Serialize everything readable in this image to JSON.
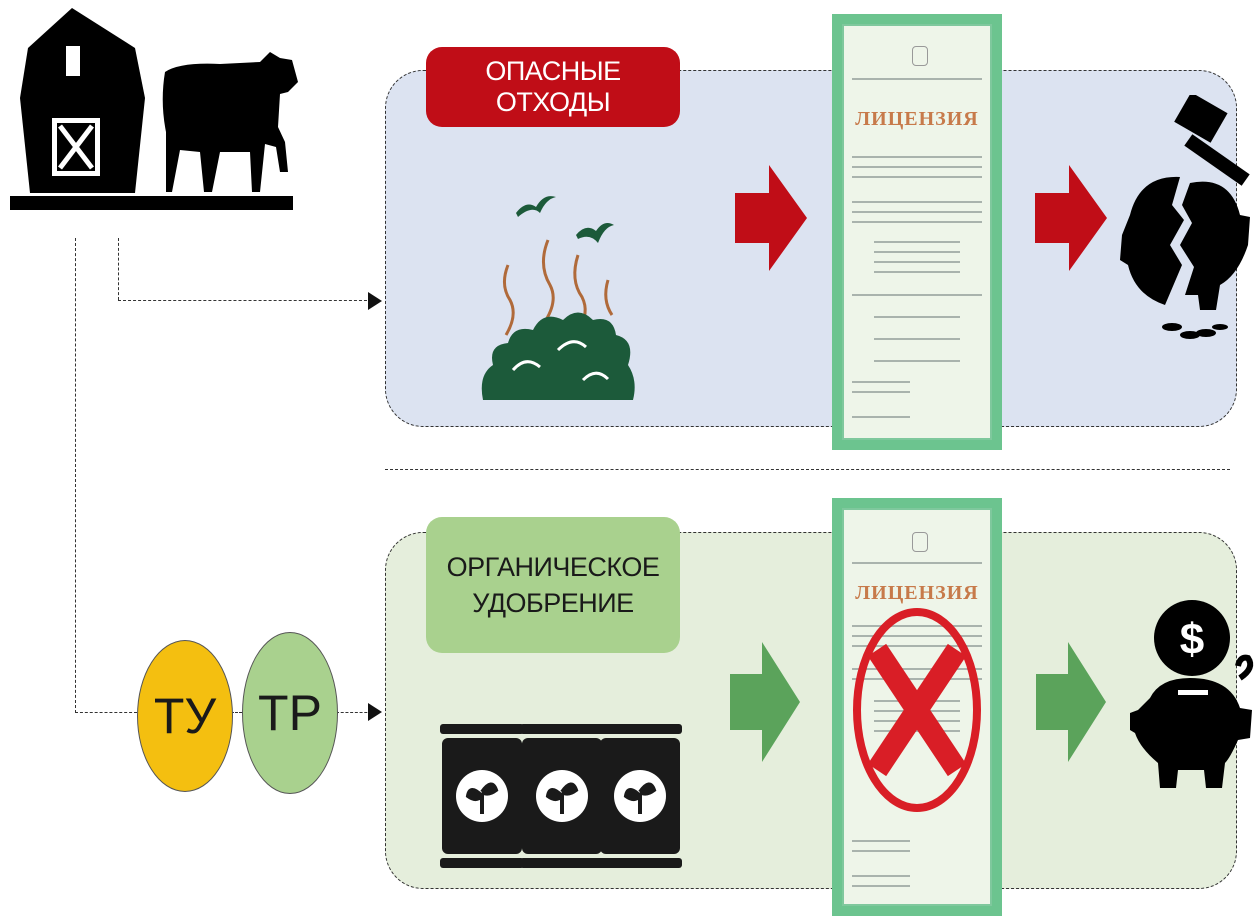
{
  "top_section": {
    "label": "ОПАСНЫЕ ОТХОДЫ",
    "license_title": "ЛИЦЕНЗИЯ",
    "arrow_color": "#c00d17"
  },
  "bottom_section": {
    "label_line1": "ОРГАНИЧЕСКОЕ",
    "label_line2": "УДОБРЕНИЕ",
    "license_title": "ЛИЦЕНЗИЯ",
    "arrow_color": "#5ba35b"
  },
  "badges": {
    "ty": "ТУ",
    "tp": "ТР"
  },
  "icons": {
    "source": "farm-barn-icon",
    "animals": "cow-pig-icon",
    "waste": "smoking-waste-pile-icon",
    "fertilizer": "fertilizer-bag-icon",
    "loss": "broken-piggy-bank-icon",
    "profit": "piggy-bank-coin-icon",
    "rejected": "red-cross-icon"
  }
}
